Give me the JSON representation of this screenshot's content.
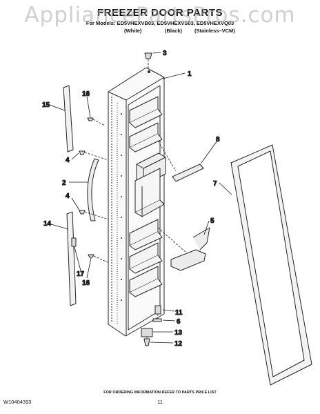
{
  "watermark": "AppliancePartsPros.com",
  "title": "FREEZER DOOR PARTS",
  "models_line": "For Models: ED5VHEXVB03, ED5VHEXVS03, ED5VHEXVQ03",
  "variants": [
    "(White)",
    "(Black)",
    "(Stainless–VCM)"
  ],
  "callouts": {
    "c1": "1",
    "c2": "2",
    "c3": "3",
    "c4a": "4",
    "c4b": "4",
    "c5": "5",
    "c6": "6",
    "c7": "7",
    "c8": "8",
    "c11": "11",
    "c12": "12",
    "c13": "13",
    "c14": "14",
    "c15": "15",
    "c16a": "16",
    "c16b": "16",
    "c17": "17"
  },
  "footer_note": "FOR ORDERING INFORMATION REFER TO PARTS PRICE LIST",
  "doc_number": "W10404393",
  "page_number": "11"
}
